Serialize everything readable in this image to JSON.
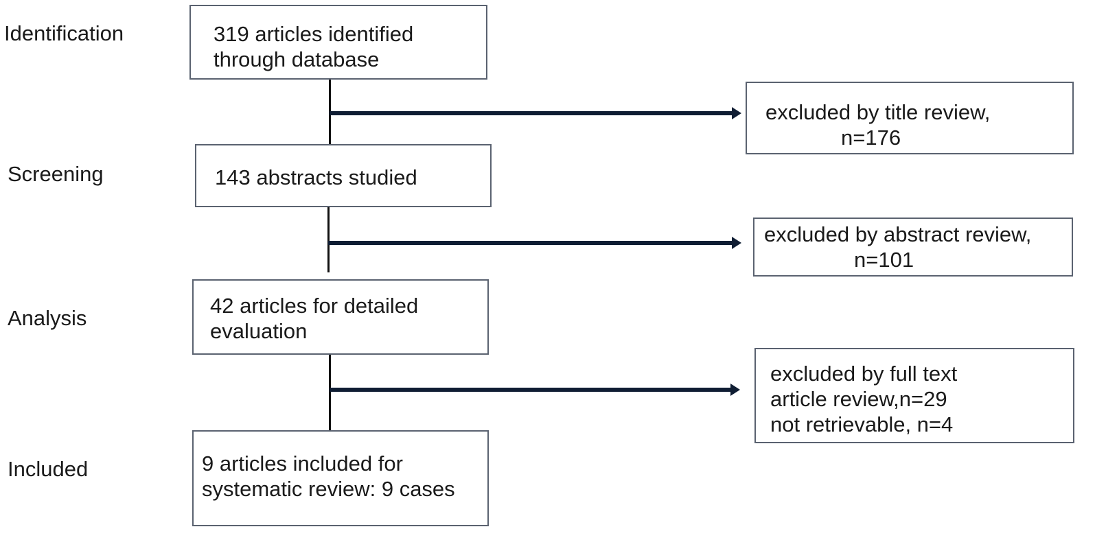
{
  "stages": {
    "identification": "Identification",
    "screening": "Screening",
    "analysis": "Analysis",
    "included": "Included"
  },
  "flow_boxes": {
    "identified": [
      "319 articles identified",
      "through database"
    ],
    "abstracts": [
      "143 abstracts studied"
    ],
    "detailed": [
      "42 articles for detailed",
      "evaluation"
    ],
    "included": [
      "9 articles included for",
      "systematic review: 9 cases"
    ]
  },
  "exclusion_boxes": {
    "title_review": [
      "excluded by title review,",
      "n=176"
    ],
    "abstract_review": [
      "excluded by abstract review,",
      "n=101"
    ],
    "full_text_review": [
      "excluded by full text",
      "article review,n=29",
      "not retrievable, n=4"
    ]
  },
  "colors": {
    "box_border": "#5a6270",
    "arrow": "#0f1d33",
    "connector": "#111111"
  }
}
